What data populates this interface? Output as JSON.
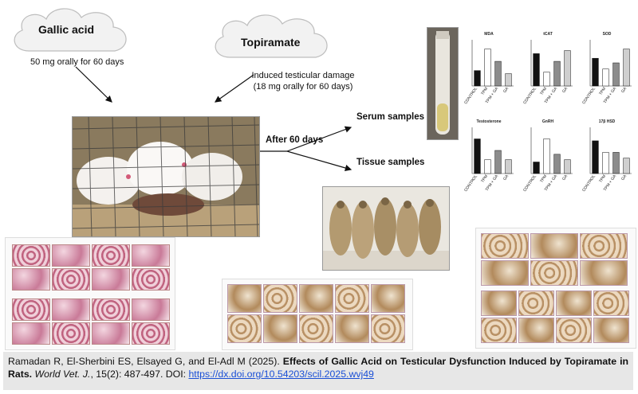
{
  "left_cloud": {
    "title": "Gallic acid",
    "note": "50 mg orally for 60 days"
  },
  "right_cloud": {
    "title": "Topiramate",
    "note_line1": "Induced testicular damage",
    "note_line2": "(18 mg orally for 60 days)"
  },
  "flow": {
    "after": "After 60 days",
    "serum": "Serum samples",
    "tissue": "Tissue samples"
  },
  "colors": {
    "cloud_fill": "#f2f2f2",
    "cloud_stroke": "#bdbdbd",
    "citation_bg": "#e7e7e7",
    "link": "#1a4fd6"
  },
  "citation": {
    "authors": "Ramadan R, El-Sherbini ES, Elsayed G, and El-Adl M (2025).",
    "title": "Effects of Gallic Acid on Testicular Dysfunction Induced by Topiramate in Rats.",
    "journal": "World Vet. J.",
    "details": ", 15(2): 487-497. DOI: ",
    "doi": "https://dx.doi.org/10.54203/scil.2025.wvj49"
  },
  "chart_data": [
    {
      "type": "bar",
      "title": "MDA",
      "categories": [
        "CONTROL",
        "TPM",
        "TPM + GA",
        "GA"
      ],
      "values": [
        10,
        24,
        16,
        8
      ],
      "ylim": [
        0,
        30
      ]
    },
    {
      "type": "bar",
      "title": "tCAT",
      "categories": [
        "CONTROL",
        "TPM",
        "TPM + GA",
        "GA"
      ],
      "values": [
        2.1,
        0.9,
        1.6,
        2.3
      ],
      "ylim": [
        0,
        3
      ]
    },
    {
      "type": "bar",
      "title": "SOD",
      "categories": [
        "CONTROL",
        "TPM",
        "TPM + GA",
        "GA"
      ],
      "values": [
        90,
        55,
        75,
        120
      ],
      "ylim": [
        0,
        150
      ]
    },
    {
      "type": "bar",
      "title": "Testosterone",
      "categories": [
        "CONTROL",
        "TPM",
        "TPM + GA",
        "GA"
      ],
      "values": [
        1.5,
        0.6,
        1.0,
        0.6
      ],
      "ylim": [
        0,
        2
      ]
    },
    {
      "type": "bar",
      "title": "GnRH",
      "categories": [
        "CONTROL",
        "TPM",
        "TPM + GA",
        "GA"
      ],
      "values": [
        1.5,
        4.5,
        2.5,
        1.8
      ],
      "ylim": [
        0,
        6
      ]
    },
    {
      "type": "bar",
      "title": "17β HSD",
      "categories": [
        "CONTROL",
        "TPM",
        "TPM + GA",
        "GA"
      ],
      "values": [
        85,
        55,
        55,
        40
      ],
      "ylim": [
        0,
        120
      ]
    }
  ]
}
